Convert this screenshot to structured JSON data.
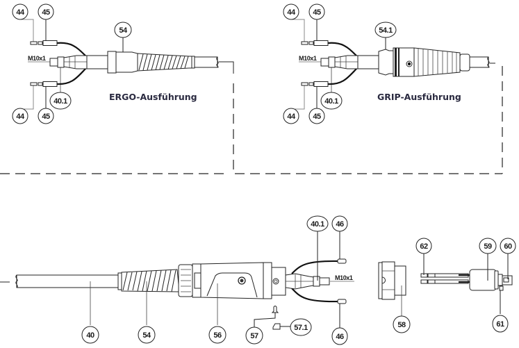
{
  "diagram": {
    "variants": [
      {
        "title": "ERGO-Ausführung",
        "callouts": [
          "44",
          "45",
          "54",
          "44",
          "45",
          "40.1"
        ],
        "thread_label": "M10x1"
      },
      {
        "title": "GRIP-Ausführung",
        "callouts": [
          "44",
          "45",
          "54.1",
          "44",
          "45",
          "40.1"
        ],
        "thread_label": "M10x1"
      }
    ],
    "main_assembly": {
      "callouts": [
        "40",
        "54",
        "56",
        "57",
        "57.1",
        "40.1",
        "46",
        "46",
        "58",
        "62",
        "59",
        "60",
        "61"
      ],
      "thread_label": "M10x1"
    }
  }
}
